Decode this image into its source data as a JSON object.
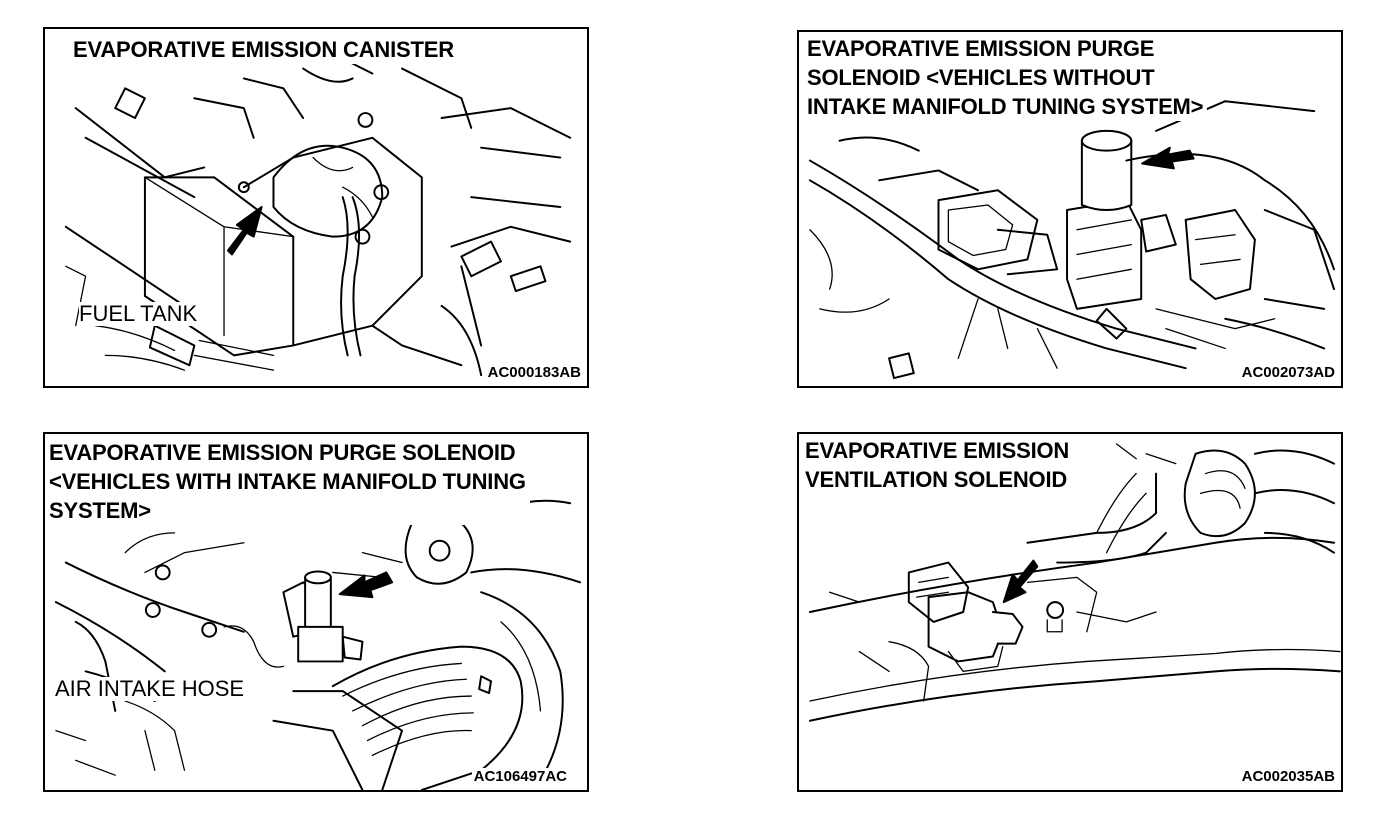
{
  "panels": [
    {
      "title_lines": [
        "EVAPORATIVE EMISSION CANISTER"
      ],
      "labels": [
        "FUEL TANK"
      ],
      "code": "AC000183AB"
    },
    {
      "title_lines": [
        "EVAPORATIVE EMISSION PURGE",
        "SOLENOID <VEHICLES WITHOUT",
        "INTAKE MANIFOLD TUNING SYSTEM>"
      ],
      "labels": [],
      "code": "AC002073AD"
    },
    {
      "title_lines": [
        "EVAPORATIVE EMISSION PURGE SOLENOID",
        "<VEHICLES WITH INTAKE MANIFOLD TUNING",
        "SYSTEM>"
      ],
      "labels": [
        "AIR INTAKE HOSE"
      ],
      "code": "AC106497AC"
    },
    {
      "title_lines": [
        "EVAPORATIVE EMISSION",
        "VENTILATION SOLENOID"
      ],
      "labels": [],
      "code": "AC002035AB"
    }
  ]
}
